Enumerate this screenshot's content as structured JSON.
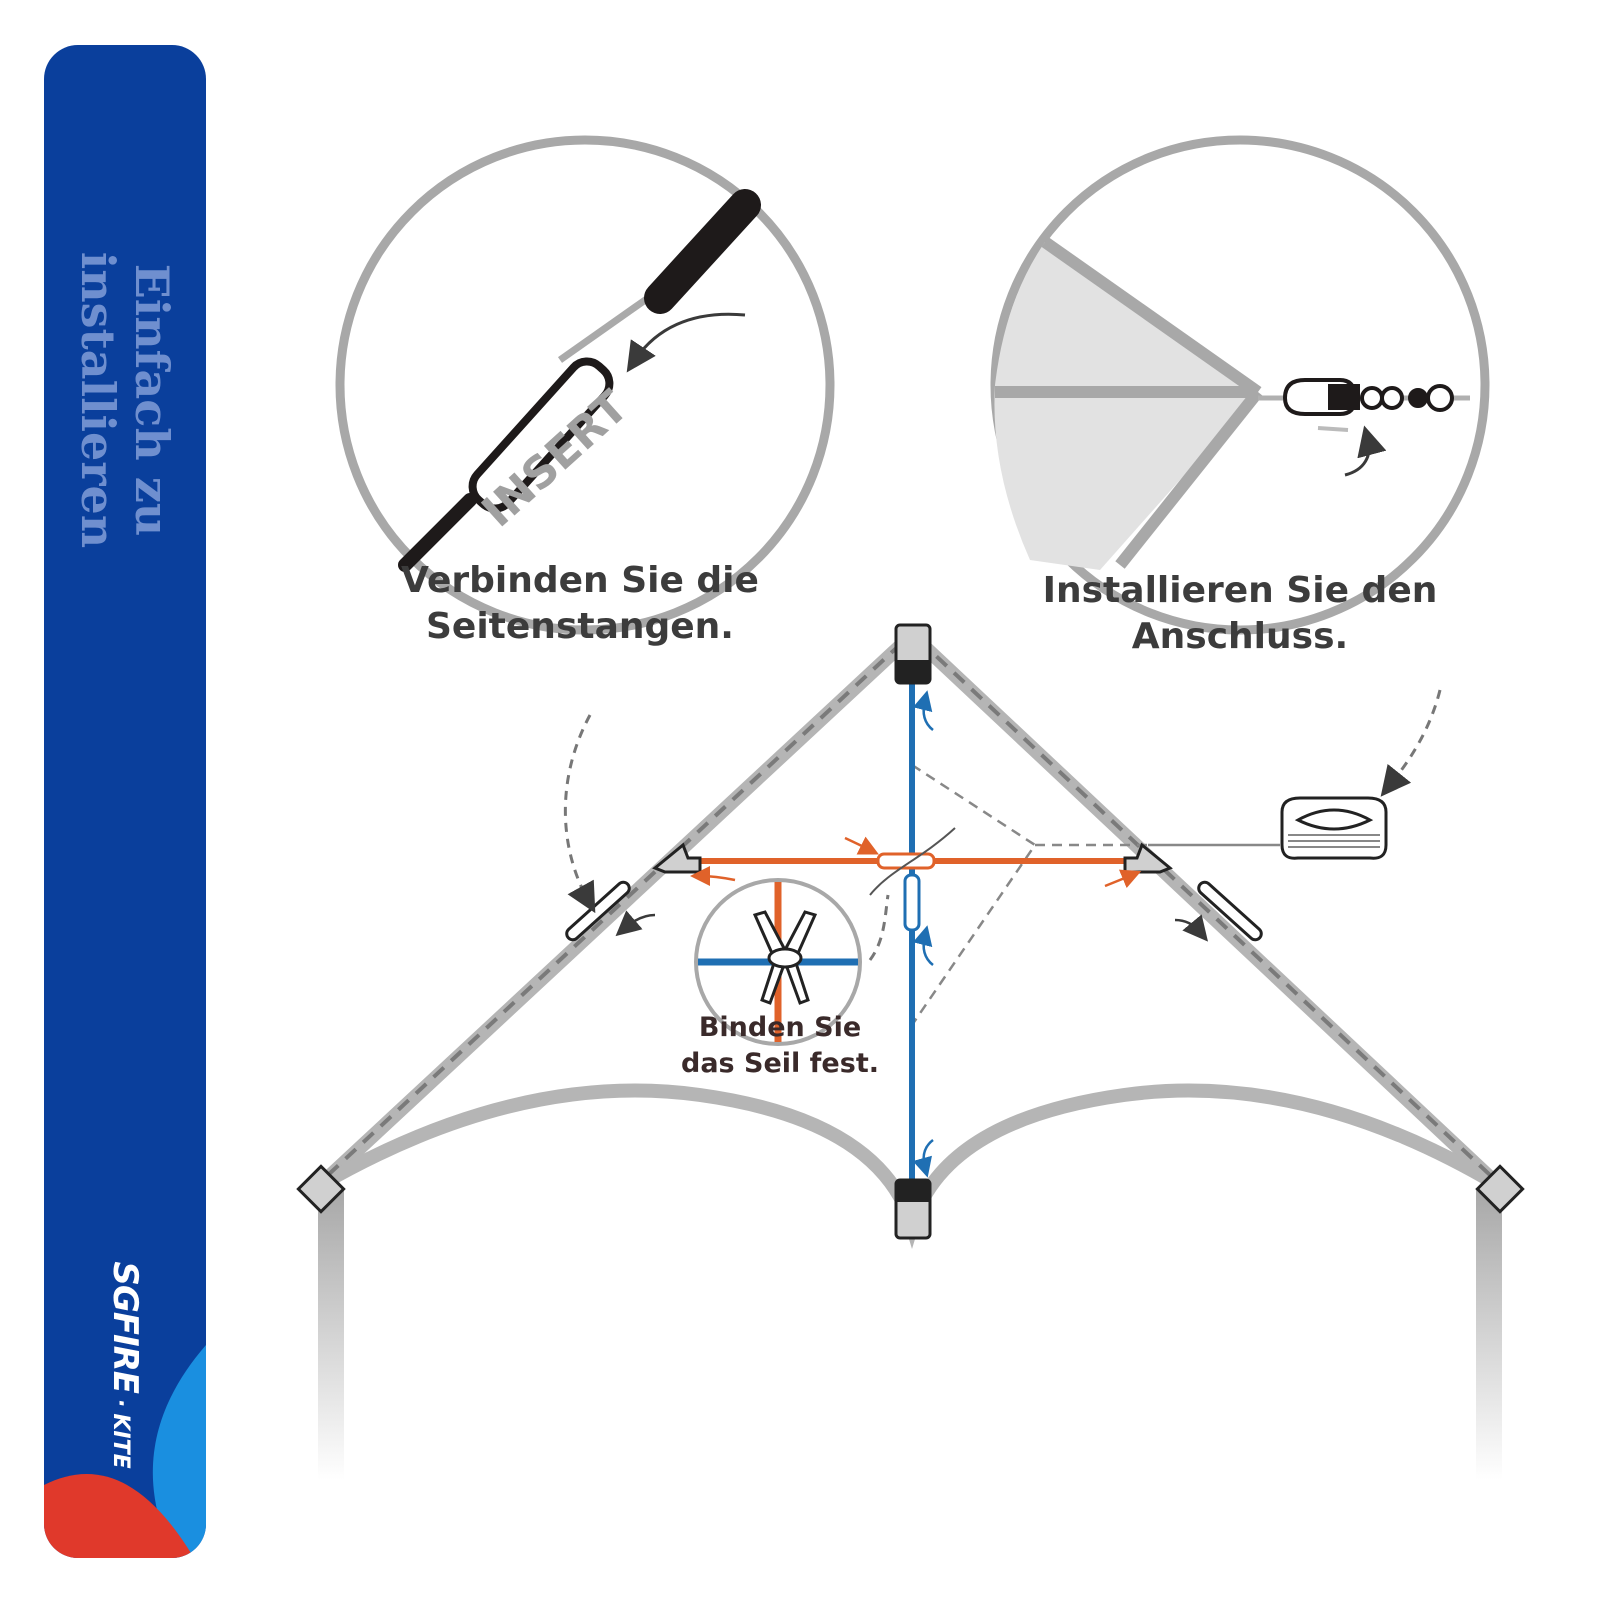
{
  "banner": {
    "title_line1": "Einfach zu",
    "title_line2": "installieren",
    "brand_name": "SGFIRE",
    "brand_separator": "·",
    "brand_sub": "KITE",
    "colors": {
      "blue": "#0a3f9c",
      "light_blue": "#1a8fe0",
      "red": "#e0392b"
    }
  },
  "zoom_left": {
    "insert_label": "INSERT",
    "caption_line1": "Verbinden Sie die",
    "caption_line2": "Seitenstangen."
  },
  "zoom_right": {
    "caption_line1": "Installieren Sie den",
    "caption_line2": "Anschluss."
  },
  "knot": {
    "caption_line1": "Binden Sie",
    "caption_line2": "das Seil fest."
  },
  "colors": {
    "spine": "#1f6fb3",
    "spar": "#e0622a",
    "frame": "#b5b5b5",
    "arrow": "#3a3a3a"
  }
}
